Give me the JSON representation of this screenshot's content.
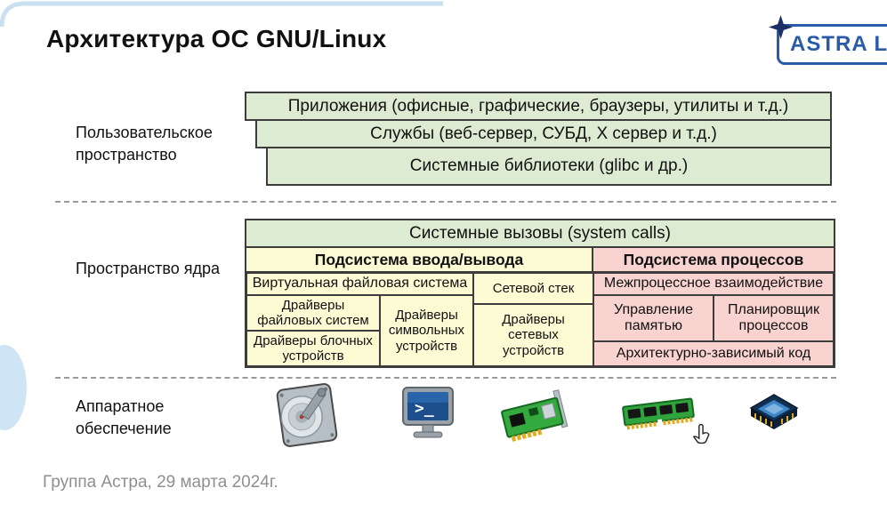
{
  "title": "Архитектура ОС GNU/Linux",
  "logo": {
    "text": "ASTRA LINUX"
  },
  "footer": "Группа Астра, 29 марта 2024г.",
  "labels": {
    "user_space": "Пользовательское пространство",
    "kernel_space": "Пространство ядра",
    "hardware": "Аппаратное обеспечение"
  },
  "user_space": {
    "layers": [
      "Приложения (офисные, графические, браузеры, утилиты и т.д.)",
      "Службы (веб-сервер, СУБД, X сервер и т.д.)",
      "Системные библиотеки (glibc и др.)"
    ]
  },
  "kernel": {
    "syscalls": "Системные вызовы (system calls)",
    "io": {
      "title": "Подсистема ввода/вывода",
      "vfs": "Виртуальная файловая система",
      "net_stack": "Сетевой стек",
      "fs_drivers": "Драйверы файловых систем",
      "char_drivers": "Драйверы символьных устройств",
      "net_drivers": "Драйверы сетевых устройств",
      "block_drivers": "Драйверы блочных устройств"
    },
    "proc": {
      "title": "Подсистема процессов",
      "ipc": "Межпроцессное взаимодействие",
      "memory": "Управление памятью",
      "scheduler": "Планировщик процессов",
      "arch": "Архитектурно-зависимый код"
    }
  },
  "hardware": {
    "icons": [
      "hdd",
      "terminal",
      "network-card",
      "ram-module",
      "cpu"
    ]
  },
  "colors": {
    "green": "#dcebd2",
    "yellow": "#fdfbd4",
    "pink": "#f8d3d0",
    "border": "#3c3c3c",
    "accent-blue": "#2a5ba6",
    "light-blue": "#cfe4f4",
    "footer-gray": "#8f8f8f"
  }
}
